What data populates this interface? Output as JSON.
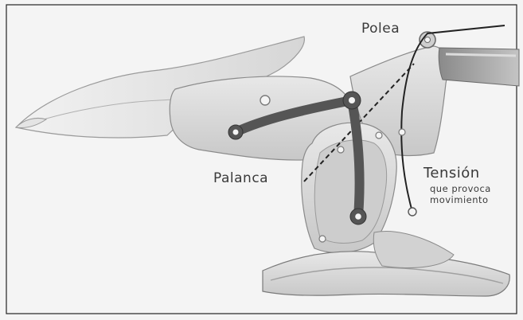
{
  "labels": {
    "polea": "Polea",
    "palanca": "Palanca",
    "tension_title": "Tensión",
    "tension_line1": "que provoca",
    "tension_line2": "movimiento"
  },
  "colors": {
    "background": "#f4f4f4",
    "frame": "#222222",
    "part_fill": "#d9d9d9",
    "part_stroke": "#8a8a8a",
    "lever": "#555555",
    "cable": "#222222"
  }
}
